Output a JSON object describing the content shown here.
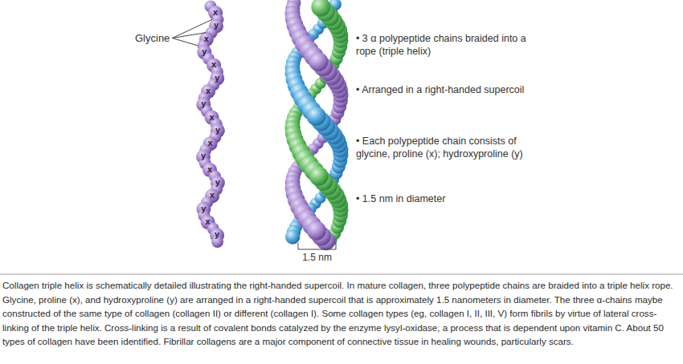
{
  "diagram": {
    "caption": "Collagen triple helix is schematically detailed illustrating the right-handed supercoil. In mature collagen, three polypeptide chains are braided into a triple helix rope. Glycine, proline (x), and hydroxyproline (y) are arranged in a right-handed supercoil that is approximately 1.5 nanometers in diameter. The three α-chains maybe constructed of the same type of collagen (collagen II) or different (collagen I). Some collagen types (eg, collagen I, II, III, V) form fibrils by virtue of lateral cross-linking of the triple helix. Cross-linking is a result of covalent bonds catalyzed by the enzyme lysyl-oxidase, a process that is dependent upon vitamin C. About 50 types of collagen have been identified. Fibrillar collagens are a major component of connective tissue in healing wounds, particularly scars.",
    "labels": [
      "Glycine",
      "x",
      "y",
      "x",
      "y",
      "x",
      "y",
      "x",
      "y",
      "x",
      "y",
      "x",
      "y",
      "x",
      "y",
      "x",
      "y",
      "x",
      "y",
      "• 3 α polypeptide chains braided into a rope (triple helix)",
      "• Arranged in a right-handed supercoil",
      "• Each polypeptide chain consists of glycine, proline (x); hydroxyproline (y)",
      "• 1.5 nm in diameter",
      "1.5 nm"
    ]
  }
}
